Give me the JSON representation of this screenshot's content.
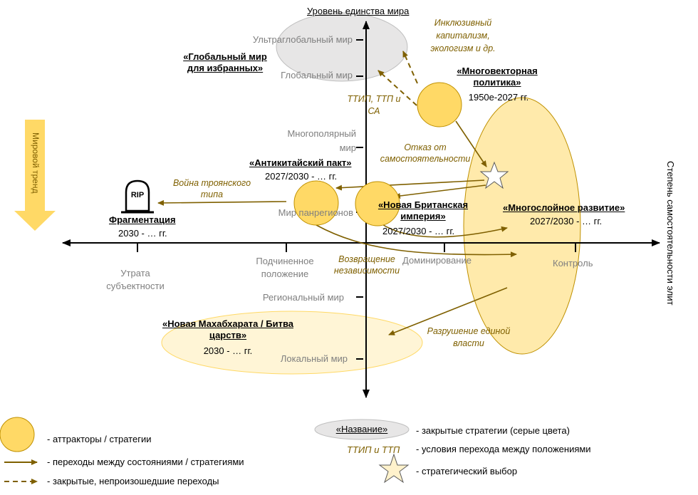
{
  "axes": {
    "y_title": "Уровень единства мира",
    "x_title": "Степень самостоятельности элит",
    "trend_label": "Мировой тренд",
    "y_levels": [
      "Ультраглобальный мир",
      "Глобальный мир",
      "Многополярный мир",
      "Мир панрегионов",
      "Региональный мир",
      "Локальный  мир"
    ],
    "x_levels": [
      "Утрата субъектности",
      "Подчиненное положение",
      "Доминирование",
      "Контроль"
    ]
  },
  "scenarios": {
    "global_elite": {
      "name": "«Глобальный мир для избранных»"
    },
    "multivector": {
      "name": "«Многовекторная политика»",
      "period": "1950е-2027 гг."
    },
    "anti_china": {
      "name": "«Антикитайский пакт»",
      "period": "2027/2030 - … гг."
    },
    "british": {
      "name": "«Новая Британская империя»",
      "period": "2027/2030 - … гг."
    },
    "multilayer": {
      "name": "«Многослойное развитие»",
      "period": "2027/2030 - … гг."
    },
    "fragmentation": {
      "name": "Фрагментация",
      "period": "2030 - … гг.",
      "icon_text": "RIP"
    },
    "mahabharata": {
      "name": "«Новая Махабхарата / Битва царств»",
      "period": "2030 - … гг."
    }
  },
  "transitions": {
    "inclusive": "Инклюзивный капитализм, экологизм и др.",
    "ttip": "ТТИП, ТТП и СА",
    "refusal": "Отказ от самостоятельности",
    "trojan": "Война троянского типа",
    "return": "Возвращение независимости",
    "destruction": "Разрушение единой власти"
  },
  "legend": {
    "attractors": "- аттракторы  / стратегии",
    "transitions": "- переходы между состояниями / стратегиями",
    "closed_transitions": "- закрытые, непроизошедшие переходы",
    "name_sample": "«Название»",
    "closed_strategies": "- закрытые стратегии (серые цвета)",
    "conditions_sample": "ТТИП и ТТП",
    "conditions": "- условия перехода между положениями",
    "choice": "- стратегический выбор"
  },
  "colors": {
    "attractor_fill": "#ffd966",
    "attractor_stroke": "#bf9000",
    "pale_fill": "#fff2cc",
    "arrow": "#7f6000",
    "closed_fill": "#e7e6e6",
    "trend": "#ffd966"
  }
}
